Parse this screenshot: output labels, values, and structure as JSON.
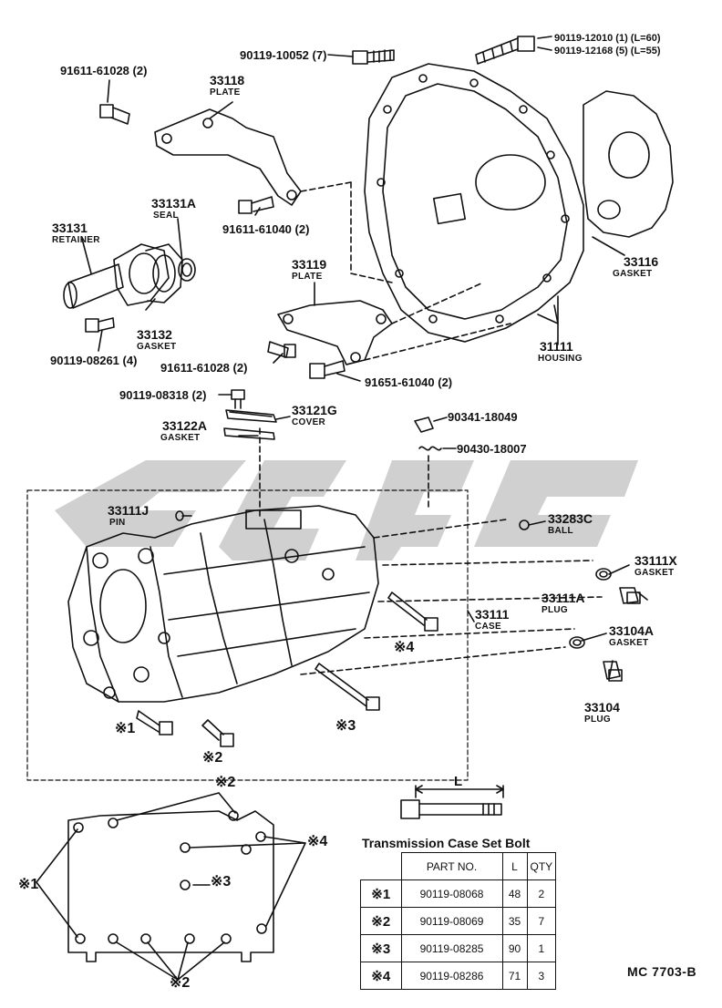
{
  "parts": {
    "p1": {
      "num": "90119-10052 (7)"
    },
    "p2": {
      "num": "90119-12010 (1) (L=60)"
    },
    "p3": {
      "num": "90119-12168 (5) (L=55)"
    },
    "p4": {
      "num": "91611-61028 (2)"
    },
    "p5": {
      "num": "33118",
      "name": "PLATE"
    },
    "p6": {
      "num": "33131A",
      "name": "SEAL"
    },
    "p7": {
      "num": "33131",
      "name": "RETAINER"
    },
    "p8": {
      "num": "91611-61040 (2)"
    },
    "p9": {
      "num": "33119",
      "name": "PLATE"
    },
    "p10": {
      "num": "33116",
      "name": "GASKET"
    },
    "p11": {
      "num": "33132",
      "name": "GASKET"
    },
    "p12": {
      "num": "90119-08261 (4)"
    },
    "p13": {
      "num": "91611-61028 (2)"
    },
    "p14": {
      "num": "31111",
      "name": "HOUSING"
    },
    "p15": {
      "num": "91651-61040 (2)"
    },
    "p16": {
      "num": "90119-08318 (2)"
    },
    "p17": {
      "num": "33121G",
      "name": "COVER"
    },
    "p18": {
      "num": "33122A",
      "name": "GASKET"
    },
    "p19": {
      "num": "90341-18049"
    },
    "p20": {
      "num": "90430-18007"
    },
    "p21": {
      "num": "33111J",
      "name": "PIN"
    },
    "p22": {
      "num": "33283C",
      "name": "BALL"
    },
    "p23": {
      "num": "33111X",
      "name": "GASKET"
    },
    "p24": {
      "num": "33111A",
      "name": "PLUG"
    },
    "p25": {
      "num": "33111",
      "name": "CASE"
    },
    "p26": {
      "num": "33104A",
      "name": "GASKET"
    },
    "p27": {
      "num": "33104",
      "name": "PLUG"
    }
  },
  "marks": {
    "m1": "※1",
    "m2": "※2",
    "m3": "※3",
    "m4": "※4",
    "d_m2_top": "※2",
    "d_m4": "※4",
    "d_m1": "※1",
    "d_m3": "※3",
    "d_m2_bot": "※2"
  },
  "dimension_label": "L",
  "table": {
    "caption": "Transmission Case Set Bolt",
    "headers": [
      "PART NO.",
      "L",
      "QTY"
    ],
    "rows": [
      {
        "mark": "※1",
        "part": "90119-08068",
        "l": "48",
        "qty": "2"
      },
      {
        "mark": "※2",
        "part": "90119-08069",
        "l": "35",
        "qty": "7"
      },
      {
        "mark": "※3",
        "part": "90119-08285",
        "l": "90",
        "qty": "1"
      },
      {
        "mark": "※4",
        "part": "90119-08286",
        "l": "71",
        "qty": "3"
      }
    ]
  },
  "diagram_code": "MC  7703-B",
  "colors": {
    "ink": "#111111",
    "watermark": "#c8c8c8"
  }
}
